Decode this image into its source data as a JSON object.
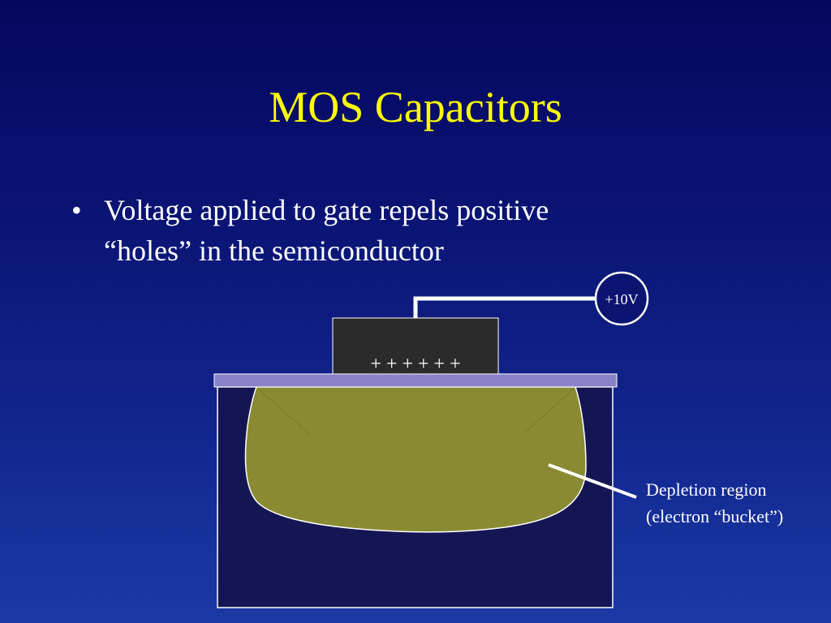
{
  "slide": {
    "title": "MOS Capacitors",
    "bullets": [
      {
        "line1": "Voltage applied to gate repels positive",
        "line2": "“holes” in the semiconductor"
      }
    ]
  },
  "diagram": {
    "voltage_label": "+10V",
    "gate_charge_label": "+ + + + + +",
    "depletion_label_line1": "Depletion region",
    "depletion_label_line2": "(electron “bucket”)"
  },
  "colors": {
    "title": "#ffff00",
    "text": "#ffffff",
    "gate": "#2b2b2b",
    "oxide": "#8a82c8",
    "substrate": "#141654",
    "depletion": "#8a8a33"
  }
}
